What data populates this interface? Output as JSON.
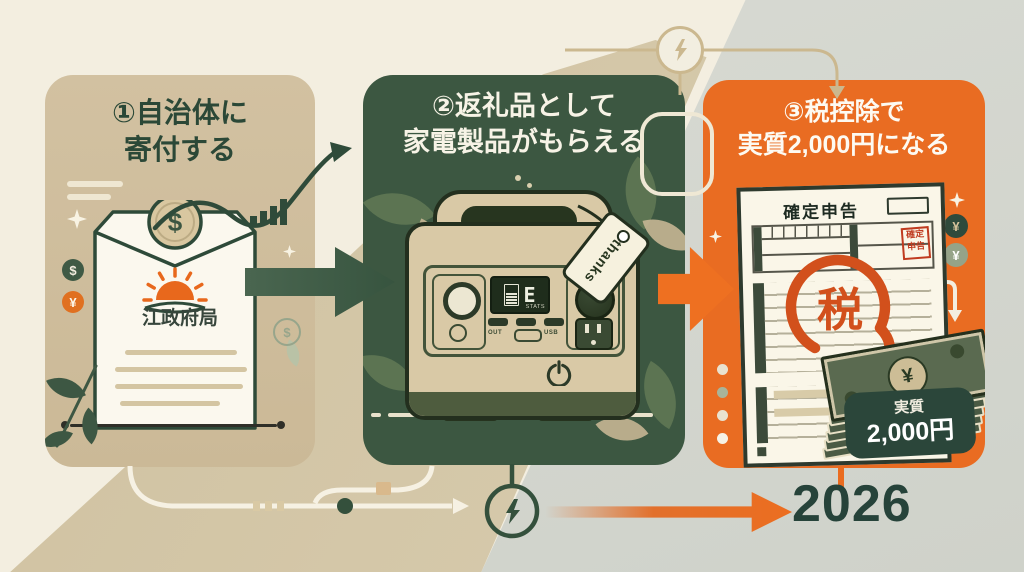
{
  "colors": {
    "accent_orange": "#e96c22",
    "dark_green": "#3c5741",
    "panel_tan": "#cdbb9a",
    "cream": "#f3eee0",
    "tax_red": "#d2501c"
  },
  "step1": {
    "title": [
      "①自治体に",
      "寄付する"
    ],
    "coin_symbol": "$",
    "org_name": "江政府局",
    "icon_dollar": "$",
    "icon_yen": "¥",
    "coin_outline_symbol": "$"
  },
  "step2": {
    "title": [
      "②返礼品として",
      "家電製品がもらえる"
    ],
    "display_value": "E",
    "display_label": "STATS",
    "label_out": "OUT",
    "label_usb": "USB",
    "gift_tag": "thanks"
  },
  "step3": {
    "title": [
      "③税控除で",
      "実質2,000円になる"
    ],
    "doc_title": "確定申告",
    "stamp_text": "確定申告",
    "tax_symbol": "税",
    "bill_symbol": "¥",
    "badge_line1": "実質",
    "badge_line2": "2,000円",
    "icon_coin": "¥",
    "icon_yen": "¥"
  },
  "footer": {
    "year": "2026"
  }
}
